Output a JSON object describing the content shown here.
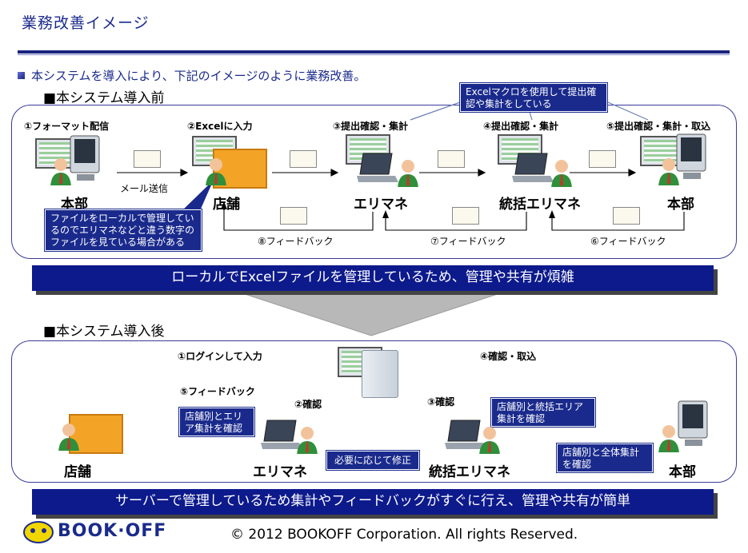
{
  "header": {
    "title": "業務改善イメージ",
    "bullet": "本システムを導入により、下記のイメージのように業務改善。"
  },
  "before": {
    "heading": "■本システム導入前",
    "macro_callout": "Excelマクロを使用して提出確認や集計をしている",
    "steps": {
      "s1": "①フォーマット配信",
      "s2": "②Excelに入力",
      "s3": "③提出確認・集計",
      "s4": "④提出確認・集計",
      "s5": "⑤提出確認・集計・取込"
    },
    "mail_label": "メール送信",
    "nodes": {
      "honbu1": "本部",
      "tenpo": "店舗",
      "erimane": "エリマネ",
      "toukatsu": "統括エリマネ",
      "honbu2": "本部"
    },
    "local_callout": "ファイルをローカルで管理しているのでエリマネなどと違う数字のファイルを見ている場合がある",
    "feedback": {
      "f6": "⑥フィードバック",
      "f7": "⑦フィードバック",
      "f8": "⑧フィードバック"
    },
    "banner": "ローカルでExcelファイルを管理しているため、管理や共有が煩雑"
  },
  "after": {
    "heading": "■本システム導入後",
    "steps": {
      "s1": "①ログインして入力",
      "s2": "②確認",
      "s3": "③確認",
      "s4": "④確認・取込",
      "s5": "⑤フィードバック"
    },
    "nodes": {
      "tenpo": "店舗",
      "erimane": "エリマネ",
      "toukatsu": "統括エリマネ",
      "honbu": "本部"
    },
    "callouts": {
      "erimane": "店舗別とエリア集計を確認",
      "toukatsu": "店舗別と統括エリア集計を確認",
      "honbu": "店舗別と全体集計を確認",
      "correct": "必要に応じて修正"
    },
    "banner": "サーバーで管理しているため集計やフィードバックがすぐに行え、管理や共有が簡単"
  },
  "footer": {
    "logo": "BOOK·OFF",
    "copyright": "© 2012 BOOKOFF Corporation. All rights Reserved."
  },
  "colors": {
    "navy": "#0d1a8c",
    "accent": "#1a2a8c",
    "shop": "#f3a426"
  }
}
